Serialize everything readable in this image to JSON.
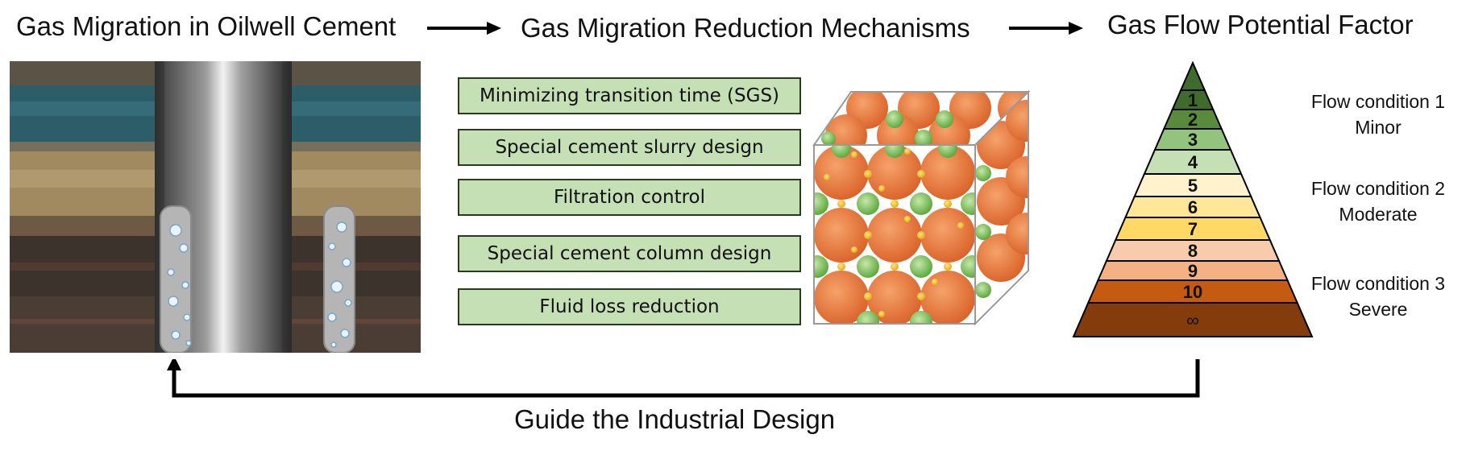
{
  "titles": {
    "left": "Gas Migration in Oilwell Cement",
    "middle": "Gas Migration Reduction Mechanisms",
    "right": "Gas Flow Potential Factor"
  },
  "mechanisms": [
    "Minimizing transition time (SGS)",
    "Special cement slurry design",
    "Filtration control",
    "Special cement column design",
    "Fluid loss reduction"
  ],
  "pyramid": {
    "levels": [
      {
        "label": "1",
        "color": "#3f6b2c"
      },
      {
        "label": "2",
        "color": "#5a8a3c"
      },
      {
        "label": "3",
        "color": "#93c47d"
      },
      {
        "label": "4",
        "color": "#c5e0b4"
      },
      {
        "label": "5",
        "color": "#fff2cc"
      },
      {
        "label": "6",
        "color": "#ffe699"
      },
      {
        "label": "7",
        "color": "#ffd966"
      },
      {
        "label": "8",
        "color": "#f8cbad"
      },
      {
        "label": "9",
        "color": "#f4b183"
      },
      {
        "label": "10",
        "color": "#c55a11"
      },
      {
        "label": "∞",
        "color": "#843c0c"
      }
    ]
  },
  "flow_conditions": [
    {
      "line1": "Flow condition 1",
      "line2": "Minor"
    },
    {
      "line1": "Flow condition 2",
      "line2": "Moderate"
    },
    {
      "line1": "Flow condition 3",
      "line2": "Severe"
    }
  ],
  "feedback_label": "Guide the Industrial Design",
  "colors": {
    "mechanism_fill": "#c5e0b4",
    "particle_orange": "#e8783a",
    "particle_green": "#7cbf5a",
    "particle_yellow": "#f2c12e"
  }
}
